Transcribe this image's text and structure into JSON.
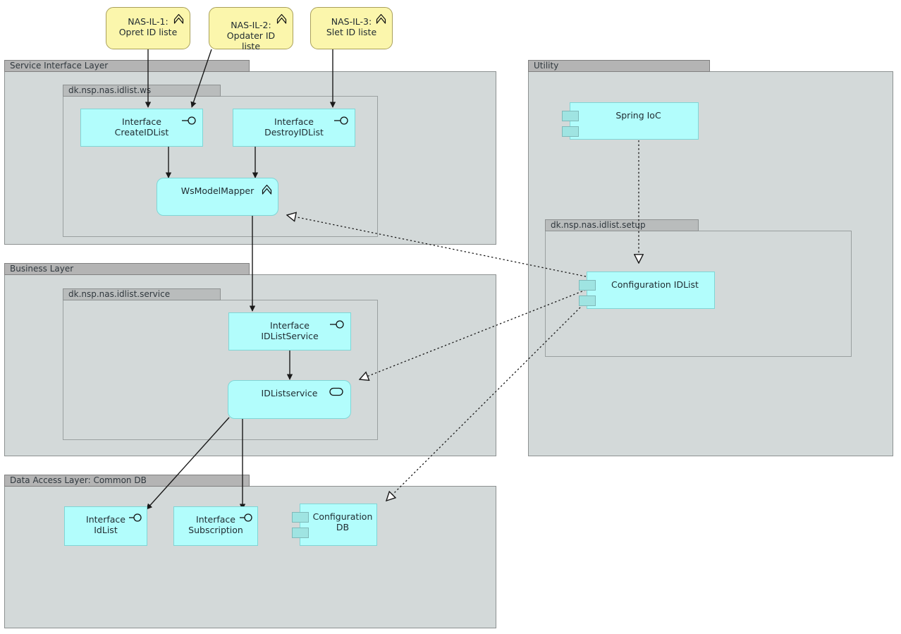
{
  "diagram": {
    "title": "NAS IDList component diagram",
    "type": "uml-component-diagram",
    "background": "#ffffff"
  },
  "colors": {
    "usecase_fill": "#fbf6ac",
    "usecase_border": "#a9a05a",
    "component_fill": "#b2fdfc",
    "component_border": "#7fd6d6",
    "component_tab_fill": "#9fe4e2",
    "package_body_fill": "#d3d9d9",
    "package_tab_fill": "#b4b4b4",
    "package_border": "#8d9191",
    "edge_color": "#1a1a1a",
    "text_color": "#1f2a30"
  },
  "usecases": [
    {
      "id": "nas-il-1",
      "label": "NAS-IL-1:\nOpret ID liste",
      "icon": "chevron-up-icon"
    },
    {
      "id": "nas-il-2",
      "label": "NAS-IL-2:\nOpdater ID\nliste",
      "icon": "chevron-up-icon"
    },
    {
      "id": "nas-il-3",
      "label": "NAS-IL-3:\nSlet ID liste",
      "icon": "chevron-up-icon"
    }
  ],
  "packages": [
    {
      "id": "service-interface-layer",
      "label": "Service Interface Layer"
    },
    {
      "id": "dk-nsp-nas-idlist-ws",
      "label": "dk.nsp.nas.idlist.ws"
    },
    {
      "id": "business-layer",
      "label": "Business Layer"
    },
    {
      "id": "dk-nsp-nas-idlist-service",
      "label": "dk.nsp.nas.idlist.service"
    },
    {
      "id": "data-access-layer",
      "label": "Data Access Layer: Common DB"
    },
    {
      "id": "utility",
      "label": "Utility"
    },
    {
      "id": "dk-nsp-nas-idlist-setup",
      "label": "dk.nsp.nas.idlist.setup"
    }
  ],
  "nodes": [
    {
      "id": "interface-createidlist",
      "label": "Interface\nCreateIDList",
      "icon": "provided-interface-lollipop-icon",
      "kind": "interface"
    },
    {
      "id": "interface-destroyidlist",
      "label": "Interface\nDestroyIDList",
      "icon": "provided-interface-lollipop-icon",
      "kind": "interface"
    },
    {
      "id": "wsmodelmapper",
      "label": "WsModelMapper",
      "icon": "chevron-up-icon",
      "kind": "class"
    },
    {
      "id": "interface-idlistservice",
      "label": "Interface\nIDListService",
      "icon": "provided-interface-lollipop-icon",
      "kind": "interface"
    },
    {
      "id": "idlistservice",
      "label": "IDListservice",
      "icon": "stadium-icon",
      "kind": "class"
    },
    {
      "id": "interface-idlist",
      "label": "Interface\nIdList",
      "icon": "provided-interface-lollipop-icon",
      "kind": "interface"
    },
    {
      "id": "interface-subscription",
      "label": "Interface\nSubscription",
      "icon": "provided-interface-lollipop-icon",
      "kind": "interface"
    },
    {
      "id": "configuration-db",
      "label": "Configuration\nDB",
      "icon": "component-icon",
      "kind": "component"
    },
    {
      "id": "spring-ioc",
      "label": "Spring IoC",
      "icon": "component-icon",
      "kind": "component"
    },
    {
      "id": "configuration-idlist",
      "label": "Configuration IDList",
      "icon": "component-icon",
      "kind": "component"
    }
  ],
  "edges": [
    {
      "from": "nas-il-1",
      "to": "interface-createidlist",
      "style": "solid",
      "arrow": "filled"
    },
    {
      "from": "nas-il-2",
      "to": "interface-createidlist",
      "style": "solid",
      "arrow": "filled"
    },
    {
      "from": "nas-il-3",
      "to": "interface-destroyidlist",
      "style": "solid",
      "arrow": "filled"
    },
    {
      "from": "interface-createidlist",
      "to": "wsmodelmapper",
      "style": "solid",
      "arrow": "filled"
    },
    {
      "from": "interface-destroyidlist",
      "to": "wsmodelmapper",
      "style": "solid",
      "arrow": "filled"
    },
    {
      "from": "wsmodelmapper",
      "to": "interface-idlistservice",
      "style": "solid",
      "arrow": "filled"
    },
    {
      "from": "interface-idlistservice",
      "to": "idlistservice",
      "style": "solid",
      "arrow": "filled"
    },
    {
      "from": "idlistservice",
      "to": "interface-idlist",
      "style": "solid",
      "arrow": "filled"
    },
    {
      "from": "idlistservice",
      "to": "interface-subscription",
      "style": "solid",
      "arrow": "filled"
    },
    {
      "from": "configuration-idlist",
      "to": "wsmodelmapper",
      "style": "dotted",
      "arrow": "hollow-triangle"
    },
    {
      "from": "configuration-idlist",
      "to": "idlistservice",
      "style": "dotted",
      "arrow": "hollow-triangle"
    },
    {
      "from": "configuration-idlist",
      "to": "configuration-db",
      "style": "dotted",
      "arrow": "hollow-triangle"
    },
    {
      "from": "spring-ioc",
      "to": "configuration-idlist",
      "style": "dotted",
      "arrow": "hollow-triangle"
    }
  ]
}
